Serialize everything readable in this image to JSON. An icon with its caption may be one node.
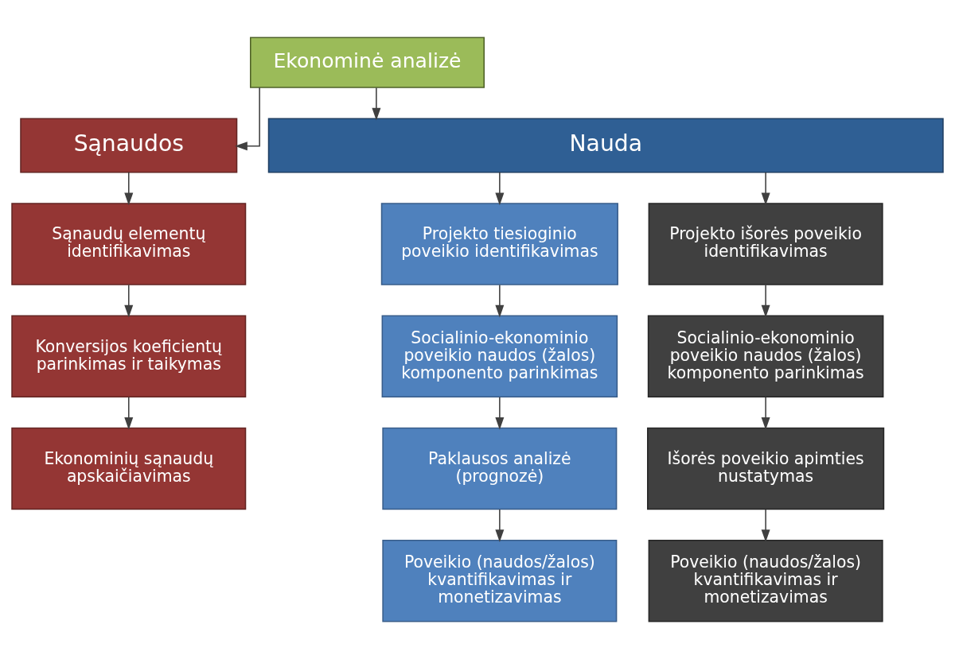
{
  "diagram": {
    "nodes": [
      {
        "text": [
          "Ekonominė analizė"
        ]
      },
      {
        "text": [
          "Sąnaudos"
        ]
      },
      {
        "text": [
          "Nauda"
        ]
      },
      {
        "text": [
          "Sąnaudų elementų identifikavimas"
        ]
      },
      {
        "text": [
          "Konversijos koeficientų parinkimas ir taikymas"
        ]
      },
      {
        "text": [
          "Ekonominių sąnaudų apskaičiavimas"
        ]
      },
      {
        "text": [
          "Projekto tiesioginio poveikio identifikavimas"
        ]
      },
      {
        "text": [
          "Socialinio-ekonominio poveikio naudos (žalos) komponento parinkimas"
        ]
      },
      {
        "text": [
          "Paklausos analizė (prognozė)"
        ]
      },
      {
        "text": [
          "Poveikio (naudos/žalos) kvantifikavimas ir monetizavimas"
        ]
      },
      {
        "text": [
          "Projekto išorės poveikio identifikavimas"
        ]
      },
      {
        "text": [
          "Socialinio-ekonominio poveikio naudos (žalos) komponento parinkimas"
        ]
      },
      {
        "text": [
          "Išorės poveikio apimties nustatymas"
        ]
      },
      {
        "text": [
          "Poveikio (naudos/žalos) kvantifikavimas ir monetizavimas"
        ]
      }
    ],
    "edges": [
      {
        "from": 0,
        "to": 1,
        "arrow": "to"
      },
      {
        "from": 0,
        "to": 2,
        "arrow": "to"
      },
      {
        "from": 1,
        "to": 3,
        "arrow": "to"
      },
      {
        "from": 3,
        "to": 4,
        "arrow": "to"
      },
      {
        "from": 4,
        "to": 5,
        "arrow": "to"
      },
      {
        "from": 2,
        "to": 6,
        "arrow": "to"
      },
      {
        "from": 6,
        "to": 7,
        "arrow": "to"
      },
      {
        "from": 7,
        "to": 8,
        "arrow": "to"
      },
      {
        "from": 8,
        "to": 9,
        "arrow": "to"
      },
      {
        "from": 2,
        "to": 10,
        "arrow": "to"
      },
      {
        "from": 10,
        "to": 11,
        "arrow": "to"
      },
      {
        "from": 11,
        "to": 12,
        "arrow": "to"
      },
      {
        "from": 12,
        "to": 13,
        "arrow": "to"
      }
    ]
  }
}
